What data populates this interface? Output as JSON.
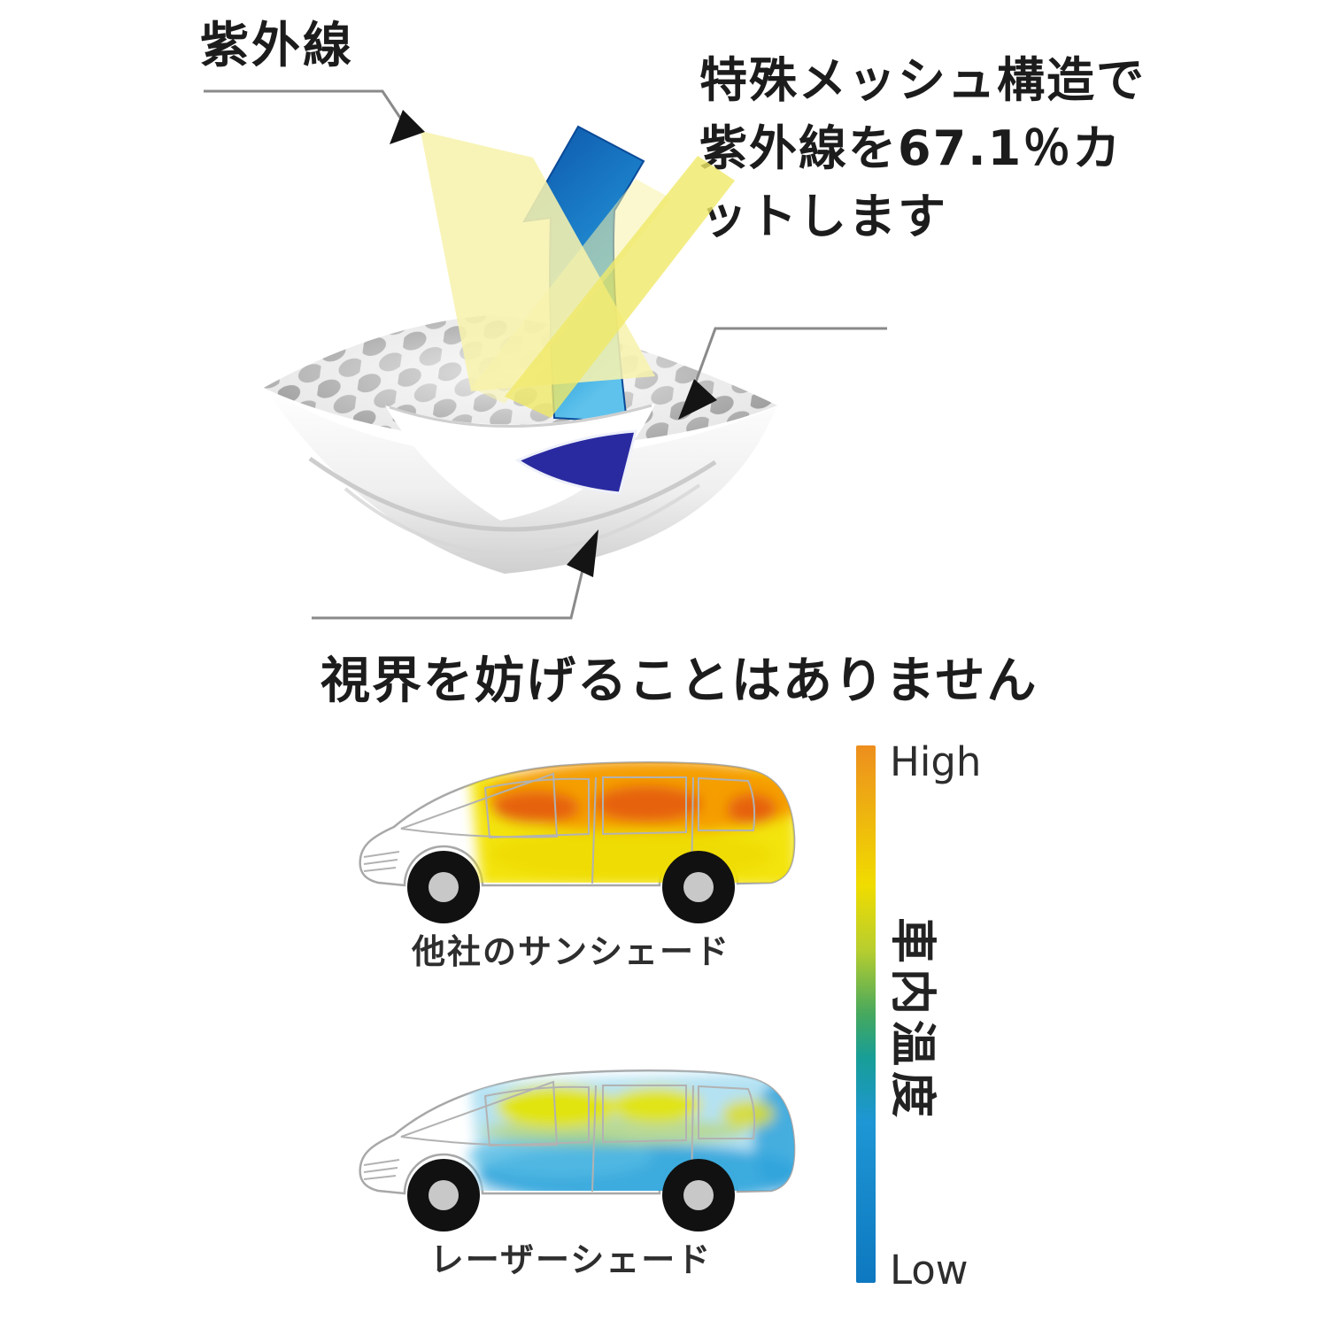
{
  "page": {
    "background": "#FFFFFF"
  },
  "uv_diagram": {
    "uv_label": "紫外線",
    "feature_note": {
      "line1": "特殊メッシュ構造で",
      "line2": "紫外線を67.1％カ",
      "line3": "ットします"
    },
    "visibility_caption": "視界を妨げることはありません",
    "colors": {
      "uv_beam_bright": "#F0E868",
      "uv_beam_pale": "#F7F2AE",
      "heat_arrow_dark": "#0C55A8",
      "heat_arrow_light": "#5FC2EC",
      "under_arrow_navy": "#2A2AA0",
      "mesh_dot_gray": "#9A9A9A"
    }
  },
  "comparison": {
    "cars": [
      {
        "label": "他社のサンシェード",
        "thermal": "hot",
        "palette": [
          "#F2E300",
          "#F59B00",
          "#E55F12"
        ]
      },
      {
        "label": "レーザーシェード",
        "thermal": "cool",
        "palette": [
          "#AEE0F2",
          "#30A5DC",
          "#E4E400"
        ]
      }
    ],
    "temperature_scale": {
      "high_label": "High",
      "low_label": "Low",
      "axis_label": "車内温度",
      "gradient": [
        {
          "color": "#ED8E1E",
          "pos": "0%"
        },
        {
          "color": "#F0DC00",
          "pos": "26%"
        },
        {
          "color": "#B8CE2E",
          "pos": "38%"
        },
        {
          "color": "#46A85E",
          "pos": "50%"
        },
        {
          "color": "#189E96",
          "pos": "58%"
        },
        {
          "color": "#1E96D4",
          "pos": "70%"
        },
        {
          "color": "#0E78C0",
          "pos": "100%"
        }
      ]
    }
  }
}
